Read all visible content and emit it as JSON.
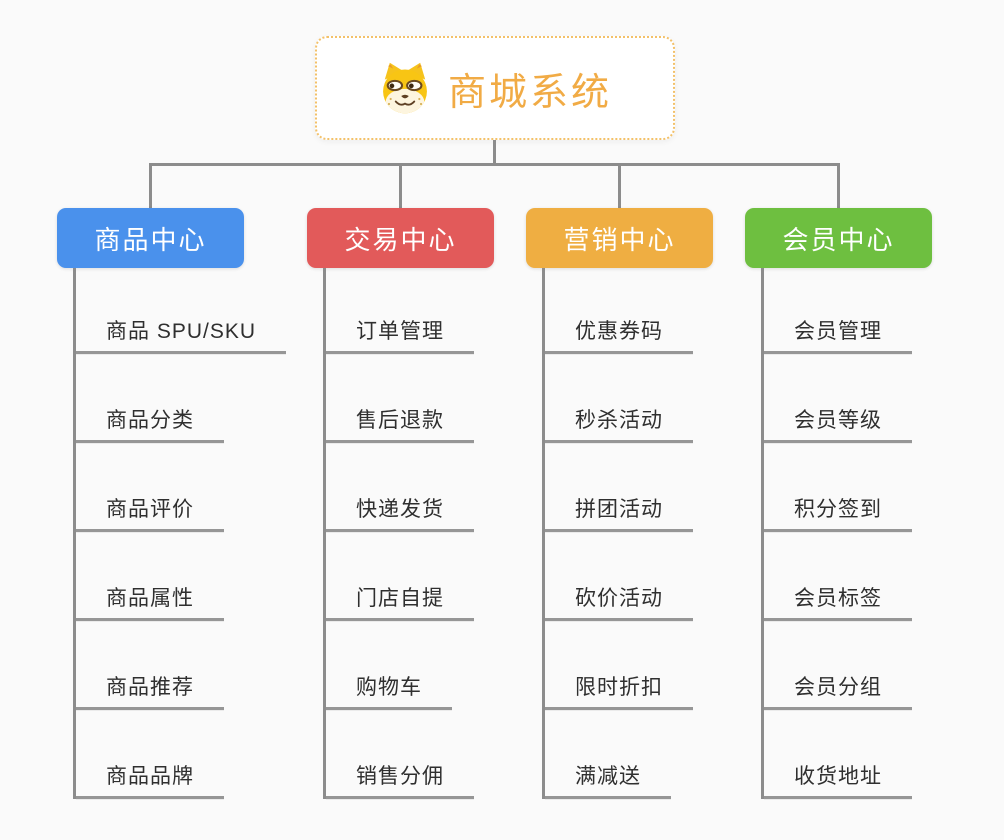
{
  "root": {
    "title": "商城系统",
    "icon": "doge-icon"
  },
  "branches": [
    {
      "id": "product-center",
      "label": "商品中心",
      "color": "#4a91ec",
      "children": [
        "商品 SPU/SKU",
        "商品分类",
        "商品评价",
        "商品属性",
        "商品推荐",
        "商品品牌"
      ]
    },
    {
      "id": "trade-center",
      "label": "交易中心",
      "color": "#e25a5a",
      "children": [
        "订单管理",
        "售后退款",
        "快递发货",
        "门店自提",
        "购物车",
        "销售分佣"
      ]
    },
    {
      "id": "marketing-center",
      "label": "营销中心",
      "color": "#efae42",
      "children": [
        "优惠券码",
        "秒杀活动",
        "拼团活动",
        "砍价活动",
        "限时折扣",
        "满减送"
      ]
    },
    {
      "id": "member-center",
      "label": "会员中心",
      "color": "#6ebf40",
      "children": [
        "会员管理",
        "会员等级",
        "积分签到",
        "会员标签",
        "会员分组",
        "收货地址"
      ]
    }
  ],
  "colors": {
    "background": "#fafafa",
    "connector": "#8c8c8c",
    "root_accent": "#f1ab45",
    "root_border": "#f3c169",
    "child_text": "#2f2f2f"
  }
}
